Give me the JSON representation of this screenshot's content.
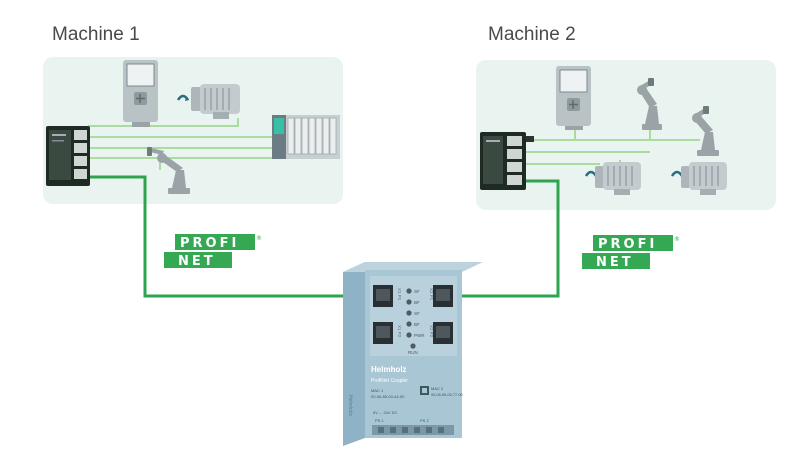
{
  "machines": [
    {
      "title": "Machine 1"
    },
    {
      "title": "Machine 2"
    }
  ],
  "profinet_logo": {
    "line1": "PROFI",
    "line2": "NET",
    "trademark": "®"
  },
  "coupler": {
    "brand": "Helmholz",
    "product": "ProfiNet Coupler",
    "mac1_label": "MAC 1",
    "mac1_value": "00-06-65-00-44-00",
    "mac2_label": "MAC 2",
    "mac2_value": "00-06-65-00-77-00",
    "port_labels": [
      "X1 P1",
      "X1 P2",
      "X2 P1",
      "X2 P2"
    ],
    "led_labels": [
      "SF",
      "BF",
      "SF",
      "BF",
      "PWR",
      "RUN"
    ],
    "power_label": "5V ... 24V DC",
    "bottom_labels": [
      "PS 1",
      "PS 2"
    ],
    "side_text": "Helmholz"
  },
  "colors": {
    "profinet_cable": "#2ea44f",
    "panel_bg": "#e9f4f1",
    "network_line": "#a9dc9e",
    "logo_green": "#34a853",
    "coupler_body": "#9fbfd0"
  }
}
